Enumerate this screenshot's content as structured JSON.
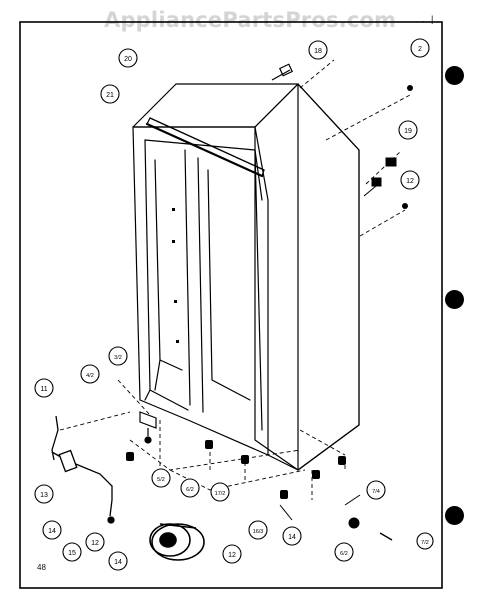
{
  "watermark": "AppliancePartsPros.com",
  "corner_mark": ". |",
  "page_number": "48",
  "callouts": [
    "20",
    "18",
    "2",
    "21",
    "19",
    "12",
    "11",
    "4/2",
    "3/2",
    "5/2",
    "6/2",
    "17/2",
    "13",
    "14",
    "15",
    "12",
    "14",
    "16/3",
    "14",
    "7/4",
    "6/2",
    "12",
    "7/2"
  ]
}
